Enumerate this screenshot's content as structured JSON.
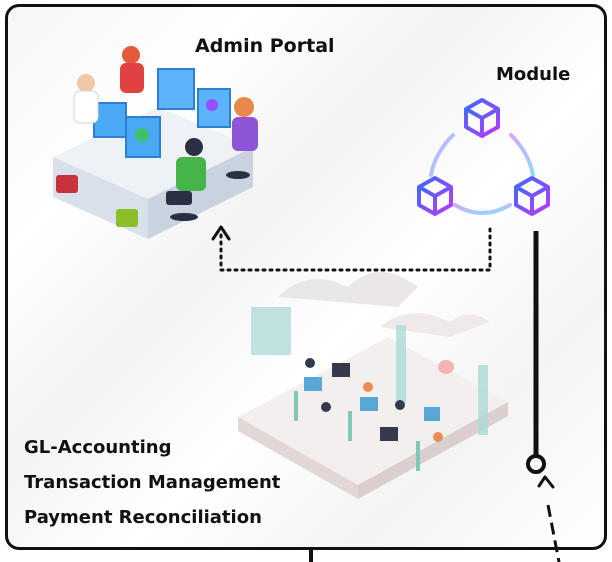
{
  "admin": {
    "title": "Admin Portal"
  },
  "module": {
    "title": "Module"
  },
  "services": [
    "GL-Accounting",
    "Transaction Management",
    "Payment Reconciliation"
  ],
  "colors": {
    "frame": "#111111",
    "cube_gradient": [
      "#3b6bff",
      "#b83bff"
    ],
    "link_gradient": [
      "#d6a8ff",
      "#8fd9ff"
    ],
    "connector": "#111111"
  },
  "icons": [
    "admin-team-illustration",
    "cube-icon",
    "office-team-illustration"
  ]
}
